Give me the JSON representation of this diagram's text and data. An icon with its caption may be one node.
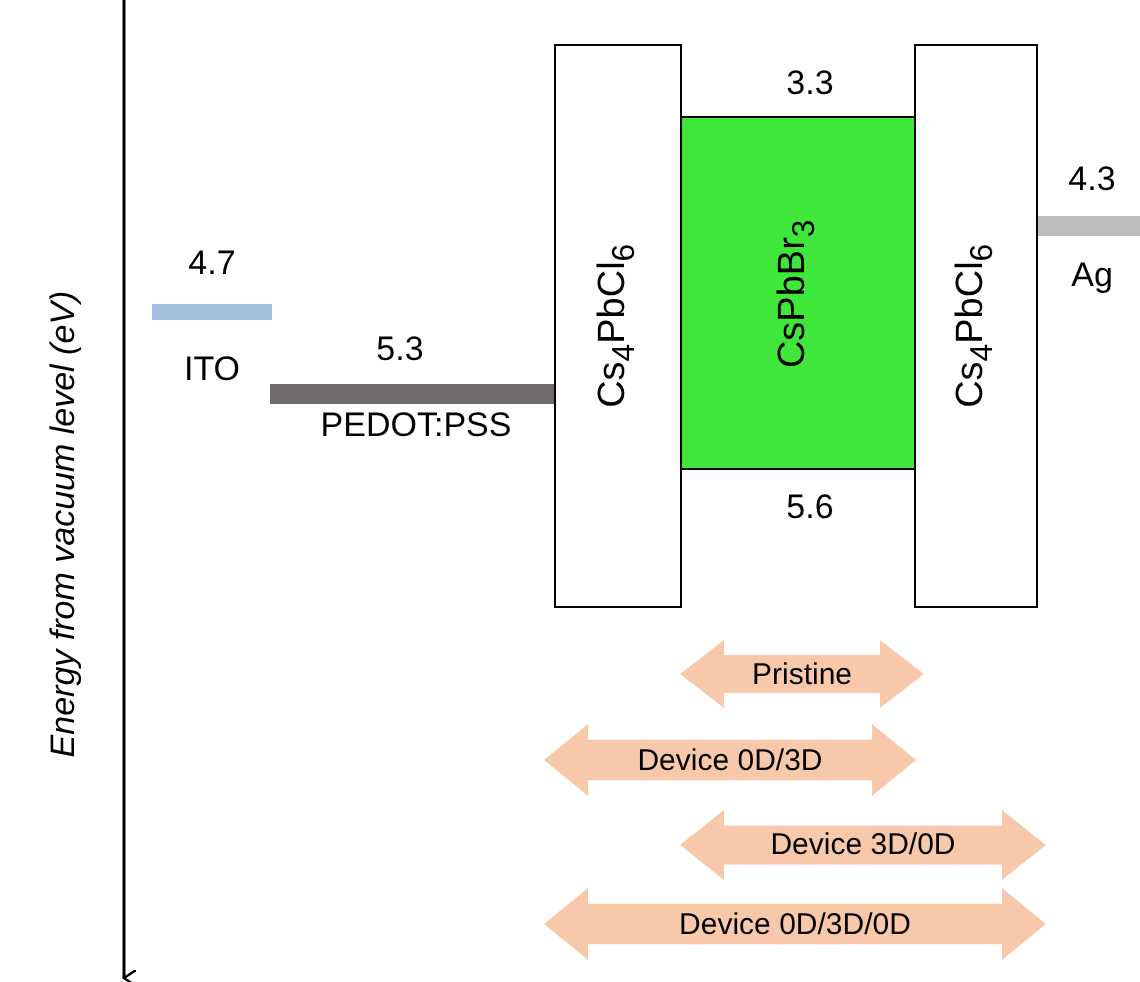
{
  "diagram": {
    "nodes": [
      {
        "text": [],
        "shape": "bar",
        "beside": [
          "4.7",
          "ITO"
        ]
      },
      {
        "text": [],
        "shape": "bar",
        "beside": [
          "5.3",
          "PEDOT:PSS"
        ]
      },
      {
        "text": [
          "Cs$_{4}$PbCl$_{6}$"
        ]
      },
      {
        "text": [
          "CsPbBr$_{3}$"
        ],
        "beside": [
          "3.3",
          "5.6"
        ]
      },
      {
        "text": [
          "Cs$_{4}$PbCl$_{6}$"
        ]
      },
      {
        "text": [],
        "shape": "bar",
        "beside": [
          "4.3",
          "Ag"
        ]
      },
      {
        "text": [
          "Pristine"
        ]
      },
      {
        "text": [
          "Device 0D/3D"
        ]
      },
      {
        "text": [
          "Device 3D/0D"
        ]
      },
      {
        "text": [
          "Device 0D/3D/0D"
        ]
      }
    ],
    "labels": [
      "Energy from vacuum level (eV)"
    ]
  }
}
